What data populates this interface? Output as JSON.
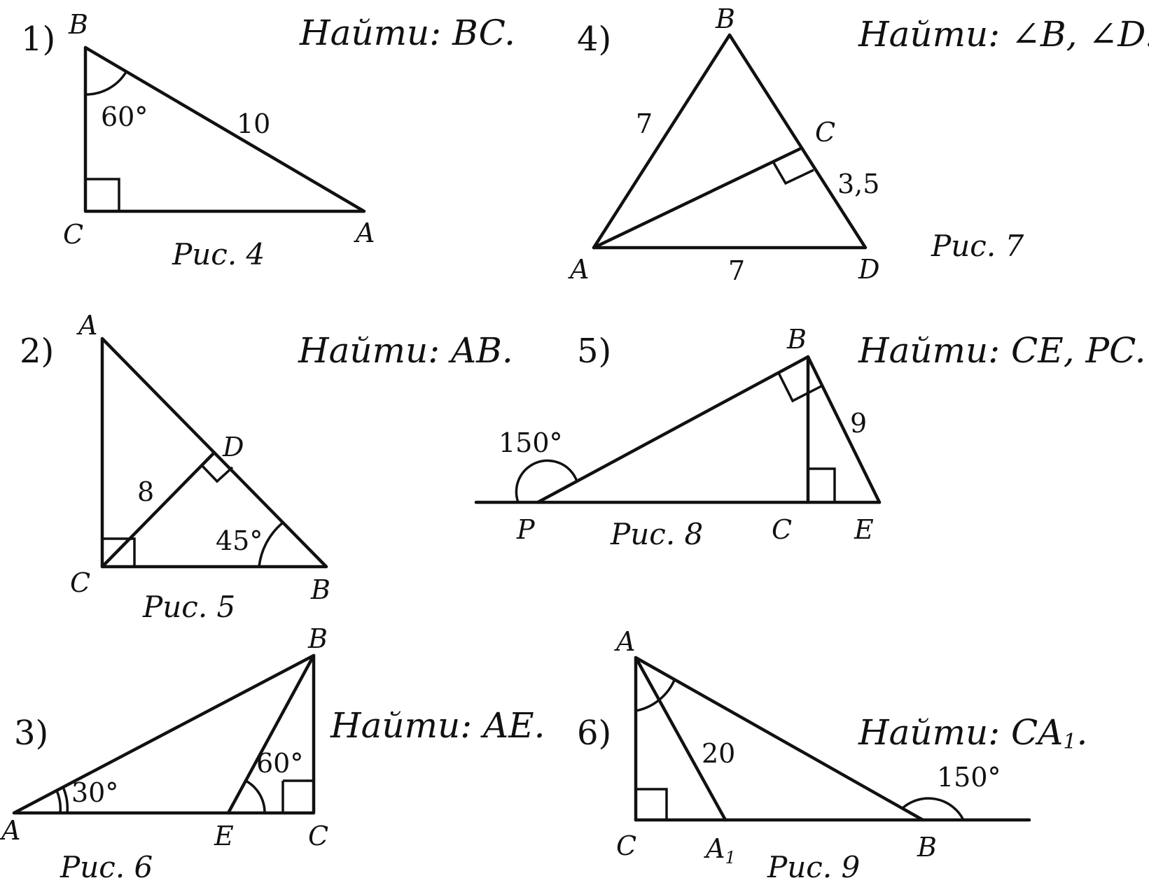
{
  "problems": [
    {
      "number": "1)",
      "task": "Найти: BC.",
      "caption": "Рис. 4",
      "labels": {
        "B": "B",
        "C": "C",
        "A": "A"
      },
      "values": {
        "angle_b": "60°",
        "hyp": "10"
      }
    },
    {
      "number": "2)",
      "task": "Найти: AB.",
      "caption": "Рис. 5",
      "labels": {
        "A": "A",
        "D": "D",
        "C": "C",
        "B": "B"
      },
      "values": {
        "cd": "8",
        "angle_b": "45°"
      }
    },
    {
      "number": "3)",
      "task": "Найти: AE.",
      "caption": "Рис. 6",
      "labels": {
        "B": "B",
        "A": "A",
        "E": "E",
        "C": "C"
      },
      "values": {
        "angle_a": "30°",
        "angle_e": "60°"
      }
    },
    {
      "number": "4)",
      "task": "Найти: ∠B, ∠D.",
      "caption": "Рис. 7",
      "labels": {
        "B": "B",
        "C": "C",
        "A": "A",
        "D": "D"
      },
      "values": {
        "ab": "7",
        "cd": "3,5",
        "ad": "7"
      }
    },
    {
      "number": "5)",
      "task": "Найти: CE, PC.",
      "caption": "Рис. 8",
      "labels": {
        "B": "B",
        "P": "P",
        "C": "C",
        "E": "E"
      },
      "values": {
        "be": "9",
        "ext_angle": "150°"
      }
    },
    {
      "number": "6)",
      "task": "Найти: CA",
      "task_sub": "1",
      "task_end": ".",
      "caption": "Рис. 9",
      "labels": {
        "A": "A",
        "C": "C",
        "A1": "A",
        "A1_sub": "1",
        "B": "B"
      },
      "values": {
        "aa1": "20",
        "ext_angle": "150°"
      }
    }
  ]
}
